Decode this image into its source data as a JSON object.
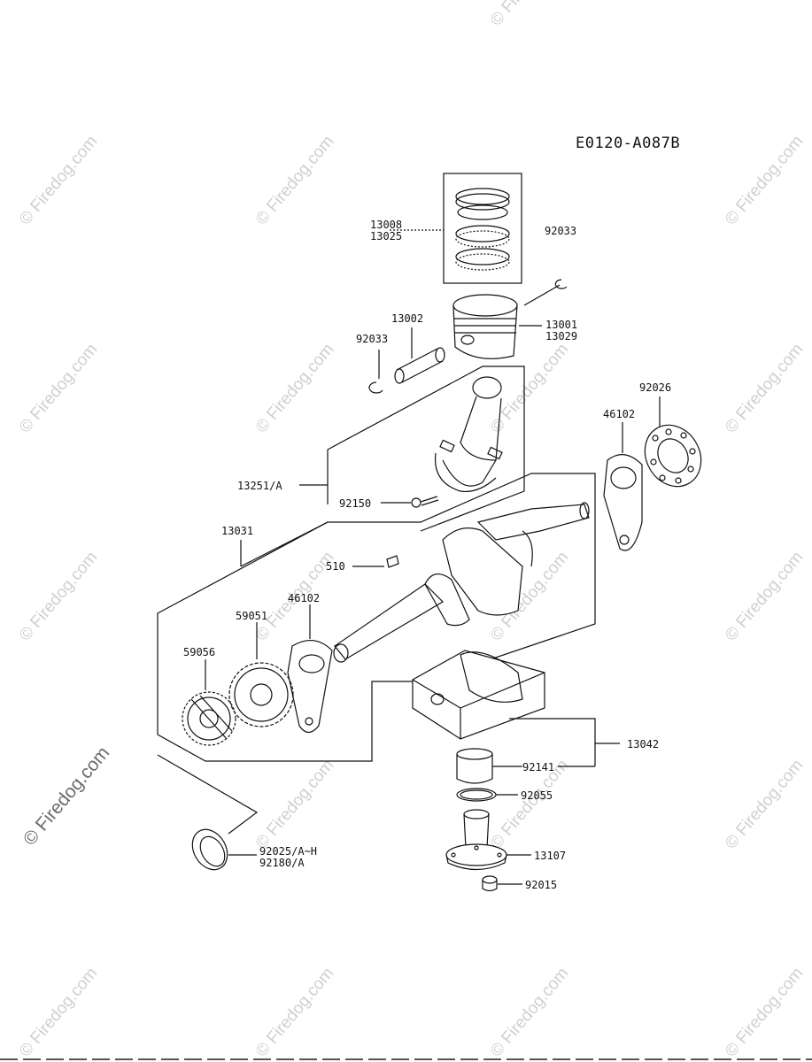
{
  "diagram_code": "E0120-A087B",
  "watermark_text": "© Firedog.com",
  "colors": {
    "line": "#111111",
    "watermark": "#cfcfcf",
    "watermark_strong": "#6b6b6b",
    "background": "#ffffff"
  },
  "part_labels": {
    "p13008": "13008",
    "p13025": "13025",
    "p92033a": "92033",
    "p13002": "13002",
    "p92033b": "92033",
    "p13001": "13001",
    "p13029": "13029",
    "p92026": "92026",
    "p46102a": "46102",
    "p13251": "13251/A",
    "p92150": "92150",
    "p13031": "13031",
    "p510": "510",
    "p46102b": "46102",
    "p59051": "59051",
    "p59056": "59056",
    "p13042": "13042",
    "p92141": "92141",
    "p92055": "92055",
    "p92025": "92025/A~H",
    "p92180": "92180/A",
    "p13107": "13107",
    "p92015": "92015"
  }
}
